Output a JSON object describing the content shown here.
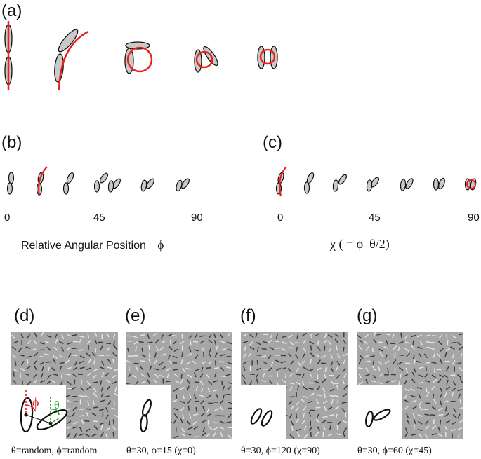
{
  "panels": {
    "a": {
      "label": "(a)"
    },
    "b": {
      "label": "(b)",
      "ticks": [
        "0",
        "45",
        "90"
      ],
      "axis_title": "Relative Angular Position",
      "axis_symbol": "ϕ"
    },
    "c": {
      "label": "(c)",
      "ticks": [
        "0",
        "45",
        "90"
      ],
      "axis_title": "χ ( = ϕ–θ/2)"
    },
    "d": {
      "label": "(d)",
      "caption": "θ=random, ϕ=random",
      "angle_phi": "ϕ",
      "angle_theta": "θ"
    },
    "e": {
      "label": "(e)",
      "caption": "θ=30, ϕ=15 (χ=0)"
    },
    "f": {
      "label": "(f)",
      "caption": "θ=30, ϕ=120 (χ=90)"
    },
    "g": {
      "label": "(g)",
      "caption": "θ=30, ϕ=60 (χ=45)"
    }
  },
  "colors": {
    "curve": "#e8211c",
    "element_fill": "#c9c9c9",
    "stroke": "#111111",
    "texture_bg": "#a6a6a6",
    "phi_marker": "#e8211c",
    "theta_marker": "#1a9a1a"
  }
}
